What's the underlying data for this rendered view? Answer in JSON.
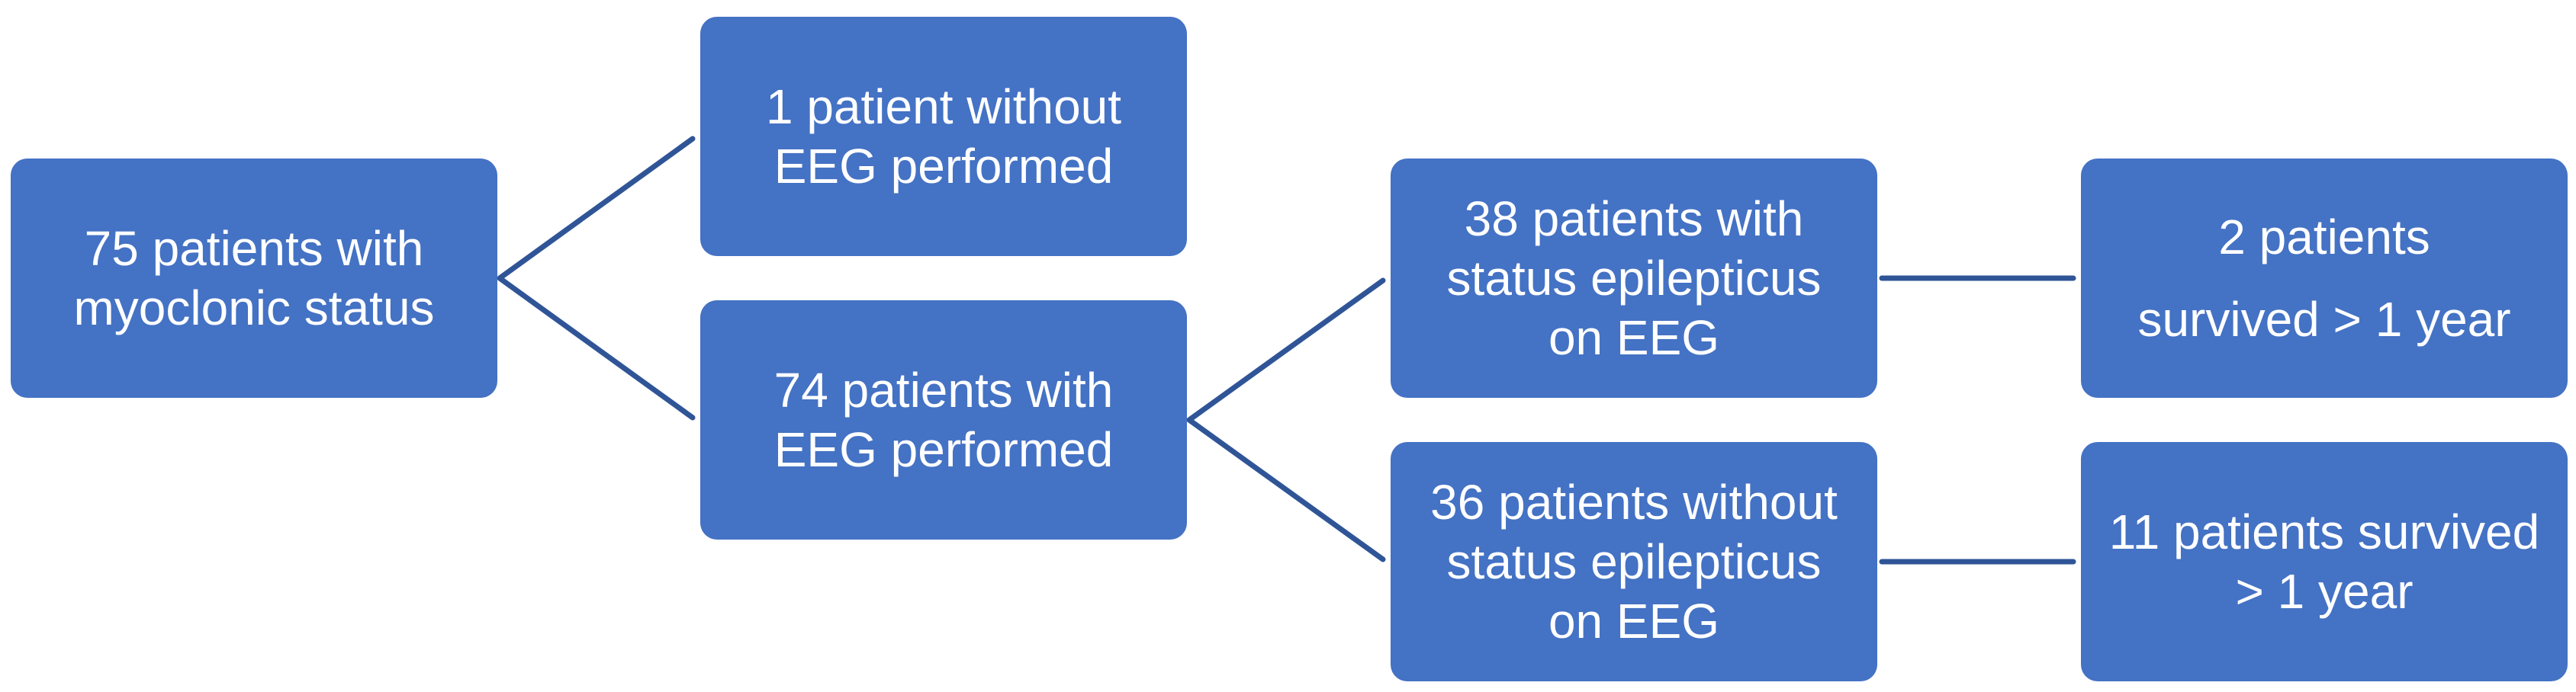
{
  "colors": {
    "box_fill": "#4472c4",
    "box_text": "#ffffff",
    "connector": "#2f5597"
  },
  "boxes": {
    "start": {
      "line1": "75 patients with",
      "line2": "myoclonic status"
    },
    "no_eeg": {
      "line1": "1 patient without",
      "line2": "EEG performed"
    },
    "eeg": {
      "line1": "74 patients with",
      "line2": "EEG performed"
    },
    "se": {
      "line1": "38 patients with",
      "line2": "status epilepticus",
      "line3": "on EEG"
    },
    "no_se": {
      "line1": "36 patients without",
      "line2": "status epilepticus",
      "line3": "on EEG"
    },
    "survived_se": {
      "line1": "2 patients",
      "line2": "survived > 1 year"
    },
    "survived_no_se": {
      "line1": "11 patients survived",
      "line2": "> 1 year"
    }
  }
}
